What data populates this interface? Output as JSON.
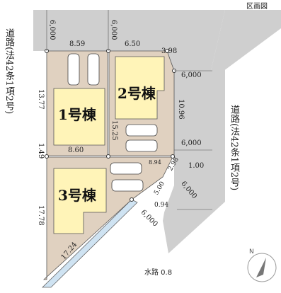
{
  "title": "区画図",
  "roads": {
    "left_label": "道路(法42条1項2号)",
    "right_label": "道路(法42条1項2号)"
  },
  "waterway_label": "水路 0.8",
  "houses": {
    "h1": "1号棟",
    "h2": "2号棟",
    "h3": "3号棟"
  },
  "dimensions": {
    "top_road_left_6000": "6,000",
    "top_road_mid_6000": "6,000",
    "lot1_top": "8.59",
    "lot2_top": "6.50",
    "lot2_corner": "3.98",
    "right_road_6000_top": "6,000",
    "lot1_left": "13.77",
    "lot2_right": "10.96",
    "lot2_left": "15.25",
    "mid_149": "1.49",
    "lot1_bottom": "8.60",
    "right_road_6000_mid": "6,000",
    "dim_894": "8.94",
    "dim_298": "2.98",
    "dim_100": "1.00",
    "dim_500": "5.00",
    "diag_road_6000_a": "6,000",
    "dim_094": "0.94",
    "diag_road_6000_b": "6,000",
    "lot3_left": "17.78",
    "lot3_diag": "17.24"
  },
  "colors": {
    "road": "#cfcfcf",
    "lot": "#e0d1c0",
    "house": "#fff4b8",
    "waterway": "#cfe3f2",
    "line": "#333333"
  }
}
